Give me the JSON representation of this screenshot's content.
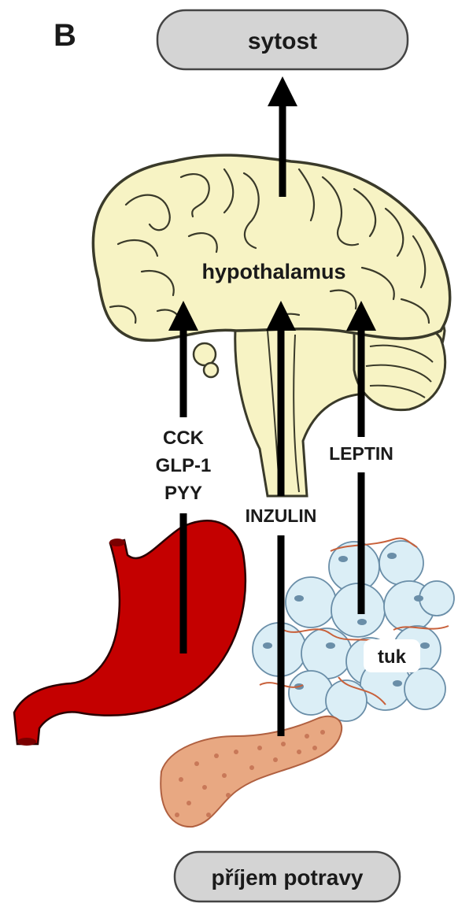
{
  "panel_label": "B",
  "nodes": {
    "top": "sytost",
    "bottom": "příjem potravy",
    "center": "hypothalamus",
    "fat": "tuk"
  },
  "signals": {
    "gut_hormones": [
      "CCK",
      "GLP-1",
      "PYY"
    ],
    "insulin": "INZULIN",
    "leptin": "LEPTIN"
  },
  "colors": {
    "brain_fill": "#f7f3c4",
    "brain_stroke": "#3a3a2a",
    "stomach": "#c40000",
    "pancreas": "#e8a882",
    "fat_cell": "#dbeef6",
    "fat_nucleus": "#6a8ea8",
    "capillary": "#c8603a",
    "pill_fill": "#d4d4d4",
    "arrow": "#000000"
  },
  "icons": [
    "brain-icon",
    "stomach-icon",
    "pancreas-icon",
    "fat-tissue-icon"
  ]
}
